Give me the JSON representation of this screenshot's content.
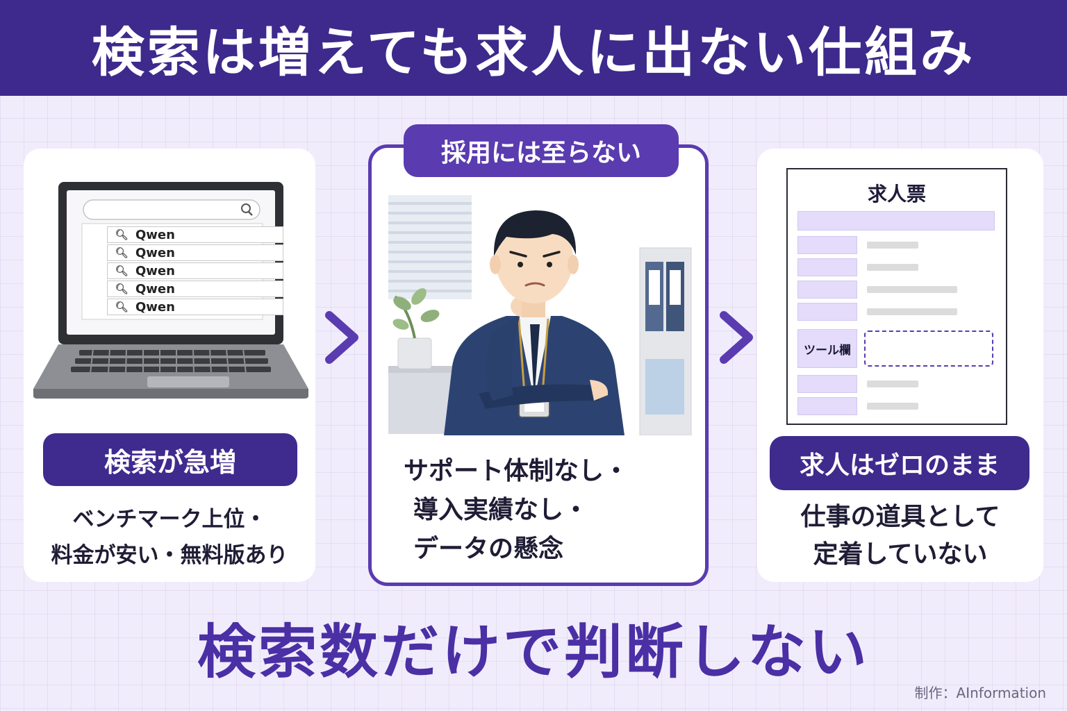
{
  "title": "検索は増えても求人に出ない仕組み",
  "left": {
    "search_items": [
      "Qwen",
      "Qwen",
      "Qwen",
      "Qwen",
      "Qwen"
    ],
    "label": "検索が急増",
    "desc_line1": "ベンチマーク上位・",
    "desc_line2": "料金が安い・無料版あり"
  },
  "middle": {
    "badge": "採用には至らない",
    "desc_line1": "サポート体制なし・",
    "desc_line2": "導入実績なし・",
    "desc_line3": "データの懸念"
  },
  "right": {
    "sheet_title": "求人票",
    "tool_field_label": "ツール欄",
    "label": "求人はゼロのまま",
    "desc_line1": "仕事の道具として",
    "desc_line2": "定着していない"
  },
  "footer_message": "検索数だけで判断しない",
  "credit": "制作：AInformation",
  "colors": {
    "header_bg": "#3d2a8c",
    "accent": "#5a3bb0",
    "pill_bg": "#3f2a8e",
    "footer_text": "#4a2fa5",
    "background": "#f1ecfb"
  },
  "icons": [
    "search-icon",
    "laptop-icon",
    "businessman-illustration",
    "job-sheet-icon",
    "chevron-right-icon"
  ]
}
